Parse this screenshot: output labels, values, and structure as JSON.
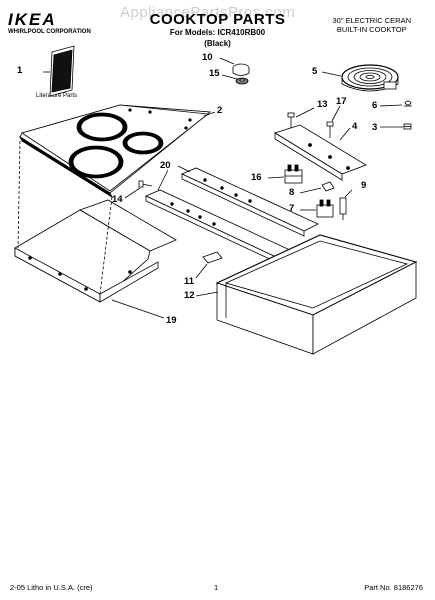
{
  "header": {
    "watermark": "AppliancePartsPros.com",
    "brand": "IKEA",
    "corporation": "WHIRLPOOL CORPORATION",
    "title": "COOKTOP PARTS",
    "models": "For Models: ICR410RB00",
    "color": "(Black)",
    "description_line1": "30\" ELECTRIC CERAN",
    "description_line2": "BUILT-IN COOKTOP"
  },
  "literature_label": "Literature Parts",
  "callouts": {
    "c1": "1",
    "c2": "2",
    "c3": "3",
    "c4": "4",
    "c5": "5",
    "c6": "6",
    "c7": "7",
    "c8": "8",
    "c9": "9",
    "c10": "10",
    "c11": "11",
    "c12": "12",
    "c13": "13",
    "c14": "14",
    "c15": "15",
    "c16": "16",
    "c17": "17",
    "c19": "19",
    "c20": "20"
  },
  "footer": {
    "left": "2-05 Litho in U.S.A. (cre)",
    "page": "1",
    "part": "Part No. 8186276"
  }
}
